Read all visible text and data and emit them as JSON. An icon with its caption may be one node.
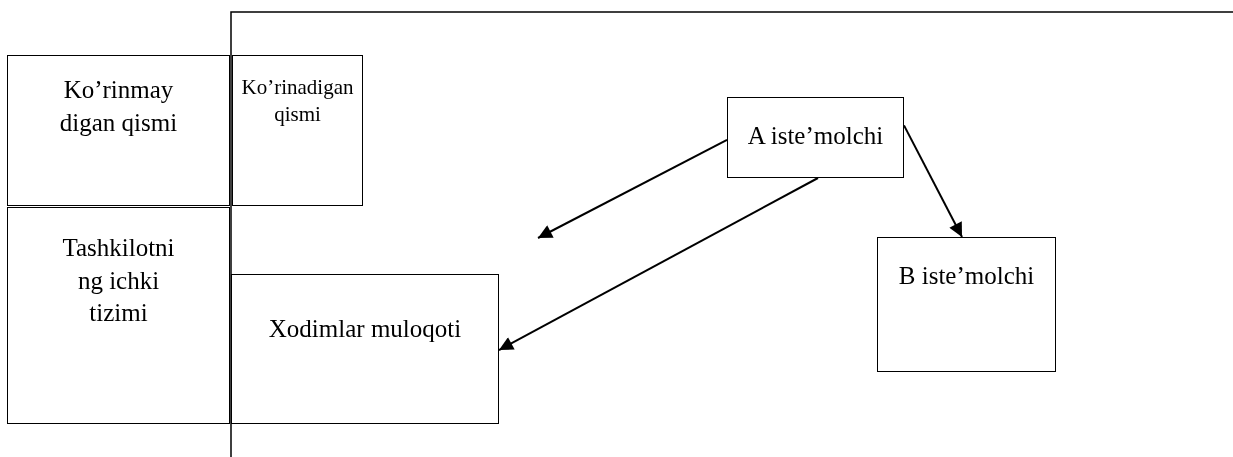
{
  "diagram": {
    "nodes": [
      {
        "text": [
          "Ko’rinmay digan qismi"
        ]
      },
      {
        "text": [
          "Ko’rinadigan qismi"
        ]
      },
      {
        "text": [
          "A iste’molchi"
        ]
      },
      {
        "text": [
          "Tashkilotni ng ichki tizimi"
        ]
      },
      {
        "text": [
          "B iste’molchi"
        ]
      },
      {
        "text": [
          "Xodimlar muloqoti"
        ]
      }
    ],
    "edges": [
      {
        "from": 2,
        "to": null,
        "arrow": "to"
      },
      {
        "from": 2,
        "to": 5,
        "arrow": "to"
      },
      {
        "from": 2,
        "to": 4,
        "arrow": "to"
      }
    ]
  }
}
